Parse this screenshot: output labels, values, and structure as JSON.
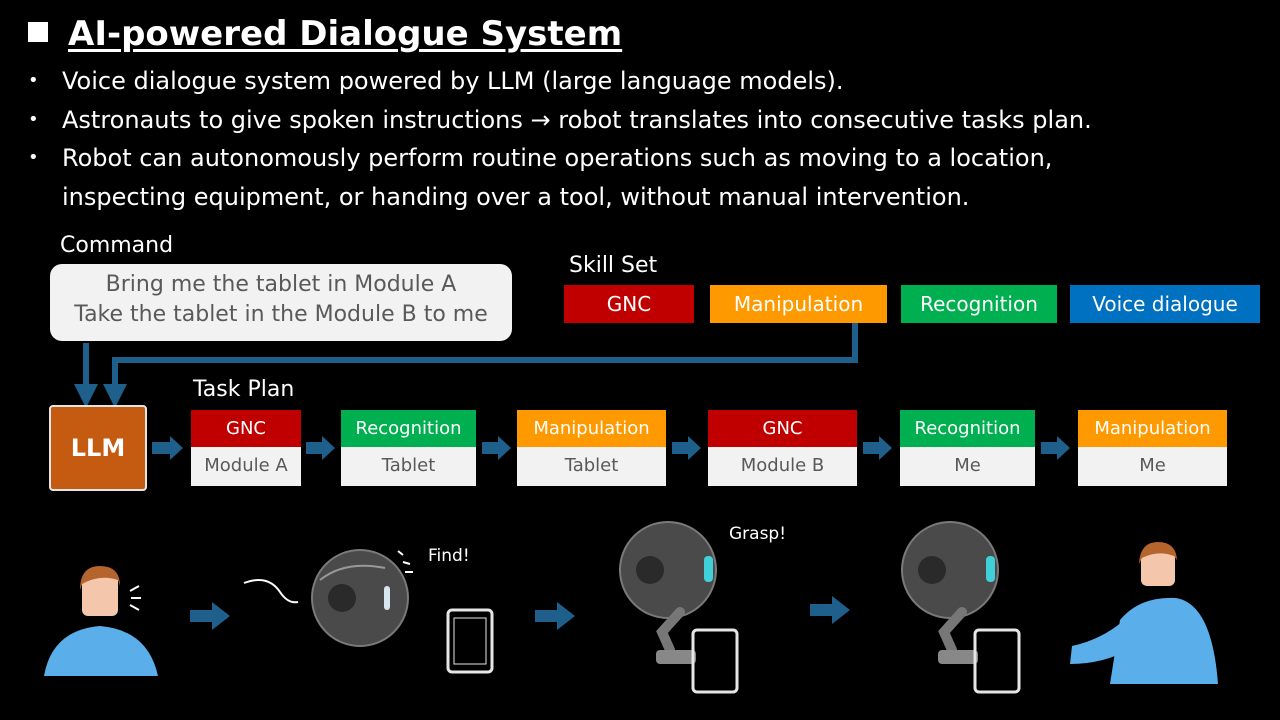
{
  "title": "AI-powered Dialogue System",
  "bullets": [
    "Voice dialogue system powered by LLM (large language models).",
    "Astronauts to give spoken instructions → robot translates into consecutive tasks plan.",
    "Robot can autonomously perform routine operations such as moving to a location,",
    "inspecting equipment, or handing over a tool, without manual intervention."
  ],
  "command": {
    "label": "Command",
    "lines": [
      "Bring me the tablet in Module A",
      "Take the tablet in the Module B to me"
    ]
  },
  "skill_set": {
    "label": "Skill Set",
    "items": [
      {
        "label": "GNC",
        "color": "#c00000"
      },
      {
        "label": "Manipulation",
        "color": "#ff9900"
      },
      {
        "label": "Recognition",
        "color": "#00b050"
      },
      {
        "label": "Voice dialogue",
        "color": "#0070c0"
      }
    ]
  },
  "llm": {
    "label": "LLM",
    "color": "#c55a11"
  },
  "task_plan": {
    "label": "Task Plan",
    "steps": [
      {
        "skill": "GNC",
        "target": "Module A",
        "color": "#c00000"
      },
      {
        "skill": "Recognition",
        "target": "Tablet",
        "color": "#00b050"
      },
      {
        "skill": "Manipulation",
        "target": "Tablet",
        "color": "#ff9900"
      },
      {
        "skill": "GNC",
        "target": "Module B",
        "color": "#c00000"
      },
      {
        "skill": "Recognition",
        "target": "Me",
        "color": "#00b050"
      },
      {
        "skill": "Manipulation",
        "target": "Me",
        "color": "#ff9900"
      }
    ]
  },
  "callouts": {
    "find": "Find!",
    "grasp": "Grasp!"
  },
  "colors": {
    "arrow": "#1f5f8b",
    "person_shirt": "#5aafea",
    "skin": "#f4c7ad",
    "hair": "#b5642e"
  }
}
